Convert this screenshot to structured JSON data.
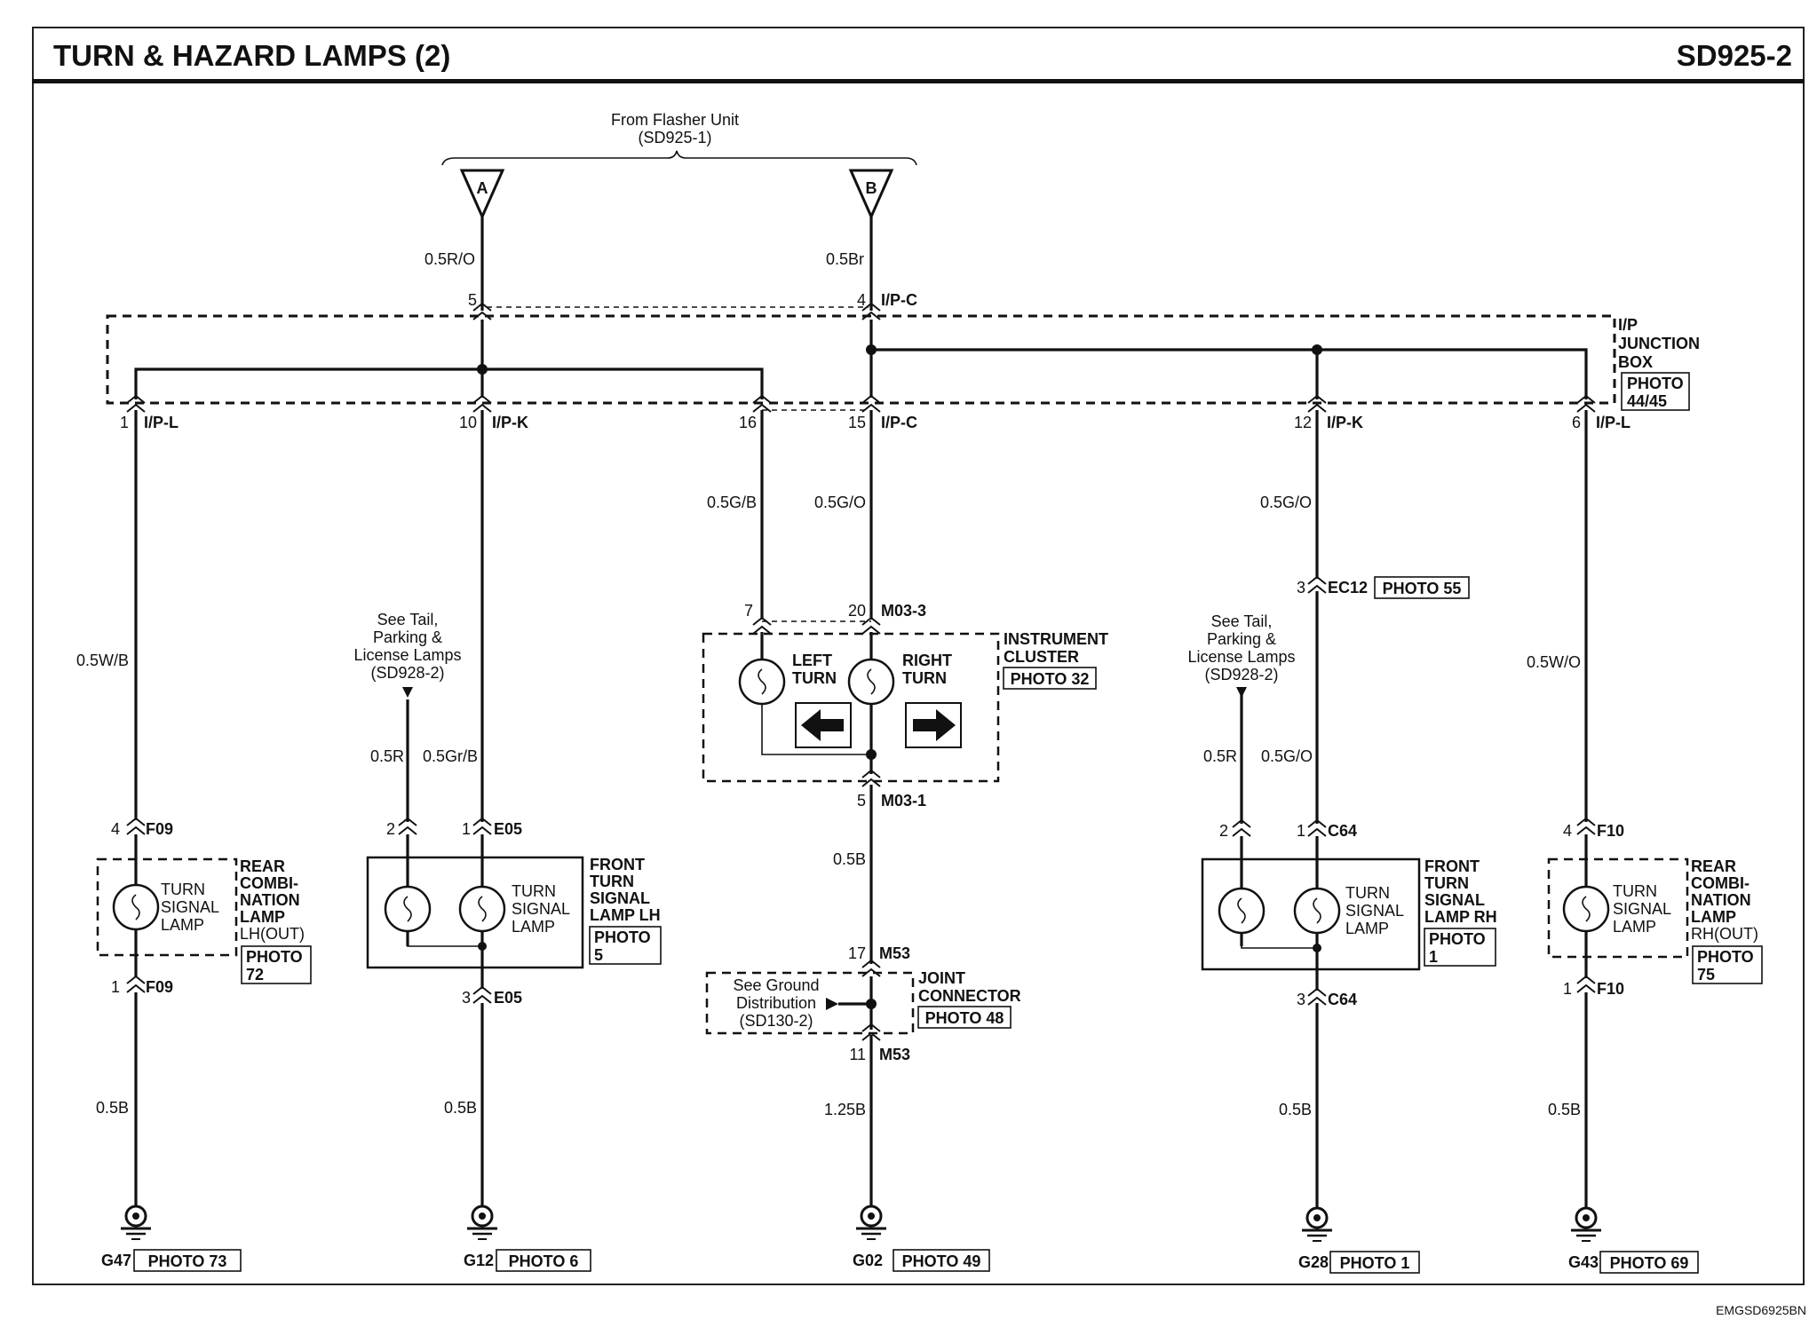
{
  "header": {
    "title": "TURN & HAZARD LAMPS (2)",
    "code": "SD925-2"
  },
  "footer_code": "EMGSD6925BN",
  "source": {
    "line1": "From Flasher Unit",
    "line2": "(SD925-1)",
    "tag_a": "A",
    "tag_b": "B"
  },
  "junction_box": {
    "line1": "I/P",
    "line2": "JUNCTION",
    "line3": "BOX",
    "photo1": "PHOTO",
    "photo2": "44/45"
  },
  "wires": {
    "w_a": "0.5R/O",
    "w_b": "0.5Br",
    "w_lrear": "0.5W/B",
    "w_lfront": "0.5Gr/B",
    "w_lfront_tail": "0.5R",
    "w_ic_left": "0.5G/B",
    "w_ic_right": "0.5G/O",
    "w_rfront_in": "0.5G/O",
    "w_rfront": "0.5G/O",
    "w_rfront_tail": "0.5R",
    "w_rrear": "0.5W/O",
    "w_ic_out": "0.5B",
    "w_gnd_c": "1.25B",
    "w_g47": "0.5B",
    "w_g12": "0.5B",
    "w_g28": "0.5B",
    "w_g43": "0.5B"
  },
  "pins": {
    "p5": "5",
    "p4": "4",
    "ipc_top": "I/P-C",
    "p1": "1",
    "ipl_l": "I/P-L",
    "p10": "10",
    "ipk_l": "I/P-K",
    "p16": "16",
    "p15": "15",
    "ipc_mid": "I/P-C",
    "p12": "12",
    "ipk_r": "I/P-K",
    "p6": "6",
    "ipl_r": "I/P-L",
    "f09_top_pin": "4",
    "f09_top": "F09",
    "f09_bot_pin": "1",
    "f09_bot": "F09",
    "e05_2": "2",
    "e05_1": "1",
    "e05_top": "E05",
    "e05_3": "3",
    "e05_bot": "E05",
    "ic_7": "7",
    "ic_20": "20",
    "m03_3": "M03-3",
    "ic_5": "5",
    "m03_1": "M03-1",
    "m53_17": "17",
    "m53_top": "M53",
    "m53_11": "11",
    "m53_bot": "M53",
    "ec12_3": "3",
    "ec12": "EC12",
    "ec12_photo": "PHOTO 55",
    "c64_2": "2",
    "c64_1": "1",
    "c64_top": "C64",
    "c64_3": "3",
    "c64_bot": "C64",
    "f10_top_pin": "4",
    "f10_top": "F10",
    "f10_bot_pin": "1",
    "f10_bot": "F10"
  },
  "components": {
    "rear_lh": {
      "lamp1": "TURN",
      "lamp2": "SIGNAL",
      "lamp3": "LAMP",
      "l1": "REAR",
      "l2": "COMBI-",
      "l3": "NATION",
      "l4": "LAMP",
      "l5": "LH(OUT)",
      "photo1": "PHOTO",
      "photo2": "72"
    },
    "front_lh": {
      "lamp1": "TURN",
      "lamp2": "SIGNAL",
      "lamp3": "LAMP",
      "l1": "FRONT",
      "l2": "TURN",
      "l3": "SIGNAL",
      "l4": "LAMP LH",
      "photo1": "PHOTO",
      "photo2": "5"
    },
    "cluster": {
      "left1": "LEFT",
      "left2": "TURN",
      "right1": "RIGHT",
      "right2": "TURN",
      "l1": "INSTRUMENT",
      "l2": "CLUSTER",
      "photo": "PHOTO 32"
    },
    "joint": {
      "l1": "JOINT",
      "l2": "CONNECTOR",
      "photo": "PHOTO 48",
      "note1": "See Ground",
      "note2": "Distribution",
      "note3": "(SD130-2)"
    },
    "front_rh": {
      "lamp1": "TURN",
      "lamp2": "SIGNAL",
      "lamp3": "LAMP",
      "l1": "FRONT",
      "l2": "TURN",
      "l3": "SIGNAL",
      "l4": "LAMP RH",
      "photo1": "PHOTO",
      "photo2": "1"
    },
    "rear_rh": {
      "lamp1": "TURN",
      "lamp2": "SIGNAL",
      "lamp3": "LAMP",
      "l1": "REAR",
      "l2": "COMBI-",
      "l3": "NATION",
      "l4": "LAMP",
      "l5": "RH(OUT)",
      "photo1": "PHOTO",
      "photo2": "75"
    }
  },
  "notes": {
    "tail_l1": "See Tail,",
    "tail_l2": "Parking &",
    "tail_l3": "License Lamps",
    "tail_l4": "(SD928-2)",
    "tail_r1": "See Tail,",
    "tail_r2": "Parking &",
    "tail_r3": "License Lamps",
    "tail_r4": "(SD928-2)"
  },
  "grounds": [
    {
      "id": "G47",
      "photo": "PHOTO 73"
    },
    {
      "id": "G12",
      "photo": "PHOTO 6"
    },
    {
      "id": "G02",
      "photo": "PHOTO 49"
    },
    {
      "id": "G28",
      "photo": "PHOTO 1"
    },
    {
      "id": "G43",
      "photo": "PHOTO 69"
    }
  ]
}
